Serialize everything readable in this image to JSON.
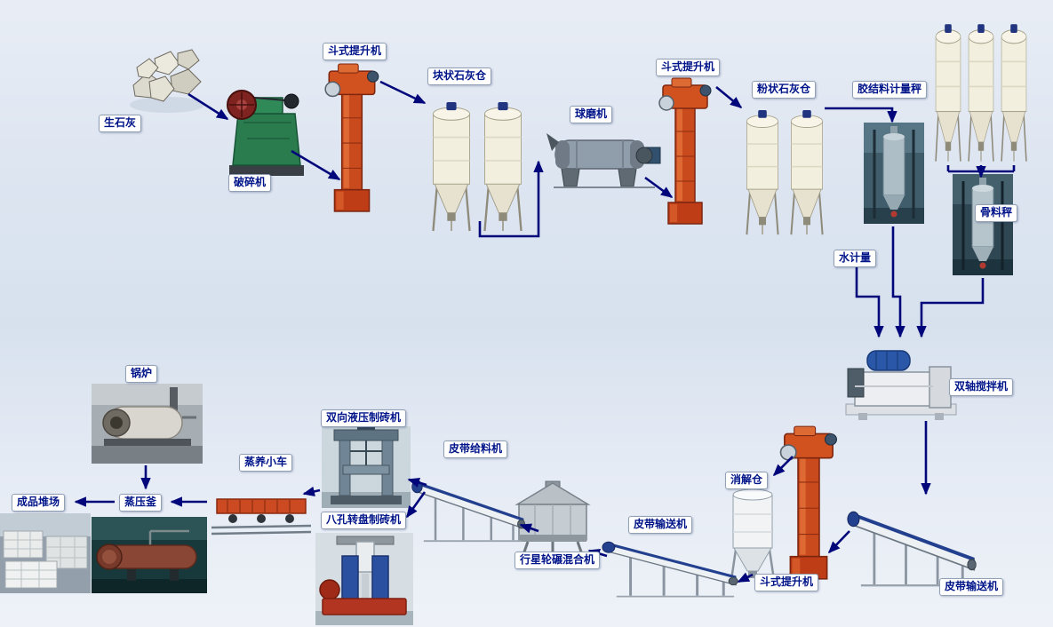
{
  "labels": {
    "quicklime": "生石灰",
    "crusher": "破碎机",
    "bucket_elevator_1": "斗式提升机",
    "lump_lime_silo": "块状石灰仓",
    "ball_mill": "球磨机",
    "bucket_elevator_2": "斗式提升机",
    "powder_lime_silo": "粉状石灰仓",
    "binder_metering_scale": "胶结料计量秤",
    "aggregate_scale": "骨料秤",
    "water_metering": "水计量",
    "twin_shaft_mixer": "双轴搅拌机",
    "digestion_silo": "消解仓",
    "bucket_elevator_3": "斗式提升机",
    "belt_conveyor_right": "皮带输送机",
    "belt_conveyor_mid": "皮带输送机",
    "belt_feeder": "皮带给料机",
    "planetary_wheel_mixer": "行星轮碾混合机",
    "hydraulic_brick_press": "双向液压制砖机",
    "rotary_brick_press": "八孔转盘制砖机",
    "steam_curing_cart": "蒸养小车",
    "autoclave": "蒸压釜",
    "boiler": "锅炉",
    "product_yard": "成品堆场"
  },
  "colors": {
    "arrow": "#02067b",
    "label_text": "#001489",
    "label_border": "#91a0b4",
    "label_background": "#ffffff",
    "background_top": "#e8edf5",
    "background_bottom": "#eef2f8",
    "silo_body": "#f2efde",
    "elevator_body": "#c94a1d"
  }
}
